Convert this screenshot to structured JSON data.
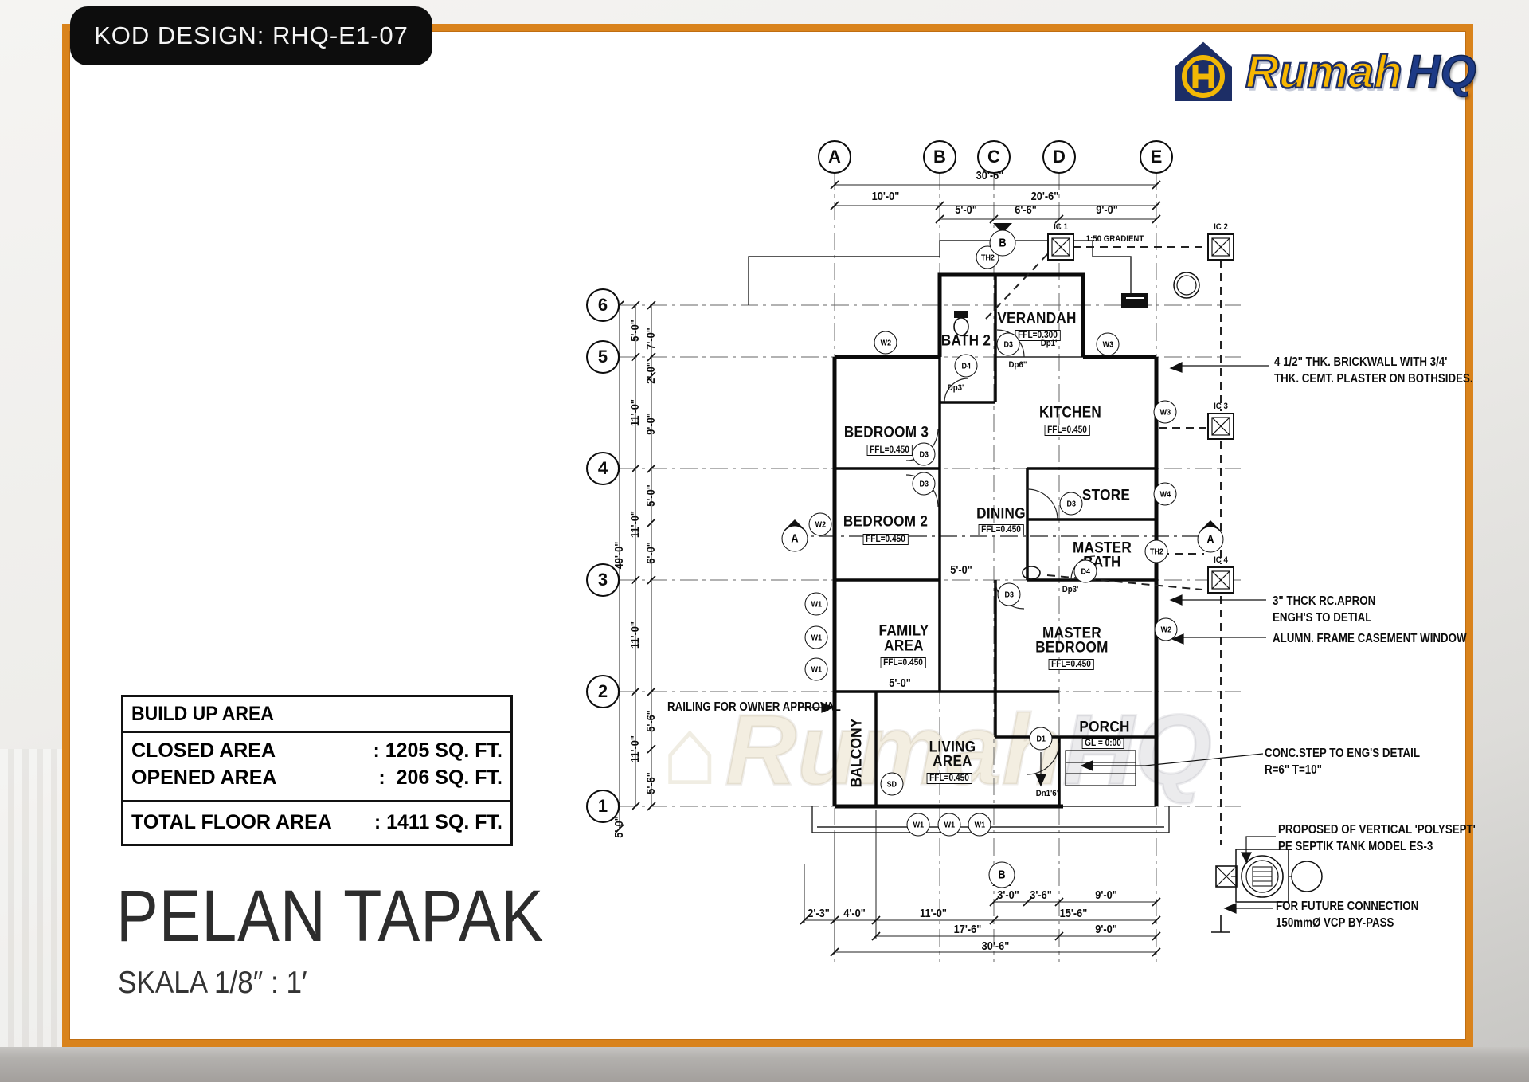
{
  "badge": {
    "text": "KOD DESIGN: RHQ-E1-07"
  },
  "logo": {
    "rumah": "Rumah",
    "hq": "HQ",
    "monogram": "H",
    "rumah_color": "#F7B600",
    "hq_color": "#1D3A86",
    "frame_color": "#D9831C"
  },
  "title_block": {
    "table": {
      "header": "BUILD UP AREA",
      "rows": [
        {
          "label": "CLOSED AREA",
          "value": ": 1205 SQ. FT."
        },
        {
          "label": "OPENED AREA",
          "value": ":  206 SQ. FT."
        },
        {
          "label": "TOTAL FLOOR AREA",
          "value": ": 1411 SQ. FT."
        }
      ]
    },
    "title": "PELAN TAPAK",
    "scale": "SKALA 1/8″ : 1′"
  },
  "watermark": {
    "rumah": "Rumah",
    "hq": "HQ",
    "icon": "⌂"
  },
  "plan": {
    "grid_cols": [
      "A",
      "B",
      "C",
      "D",
      "E"
    ],
    "grid_rows": [
      "6",
      "5",
      "4",
      "3",
      "2",
      "1"
    ],
    "top_dims": {
      "overall": "30'-6\"",
      "ab": "10'-0\"",
      "be": "20'-6\"",
      "bc": "5'-0\"",
      "cd": "6'-6\"",
      "de": "9'-0\""
    },
    "left_dims": {
      "overall": "49'-0\"",
      "d1": "5'-0\"",
      "d2": "7'-0\"",
      "d3": "2'-0\"",
      "d4": "11'-0\"",
      "d5": "9'-0\"",
      "d6": "5'-0\"",
      "d7": "11'-0\"",
      "d8": "6'-0\"",
      "d9": "11'-0\"",
      "d10": "5'-6\"",
      "d11": "11'-0\"",
      "d12": "5'-6\"",
      "d13": "5'-0\""
    },
    "bottom_dims": {
      "b1": "3'-0\"",
      "b2": "3'-6\"",
      "b3": "9'-0\"",
      "b4": "2'-3\"",
      "b5": "4'-0\"",
      "b6": "11'-0\"",
      "b7": "15'-6\"",
      "b8": "17'-6\"",
      "b9": "9'-0\"",
      "b10": "30'-6\""
    },
    "inner_dims": {
      "i1": "5'-0\"",
      "i2": "5'-0\""
    },
    "rooms": {
      "bath2": "BATH 2",
      "verandah": "VERANDAH",
      "bedroom3": "BEDROOM 3",
      "kitchen": "KITCHEN",
      "bedroom2": "BEDROOM 2",
      "dining": "DINING",
      "store": "STORE",
      "master_bath_1": "MASTER",
      "master_bath_2": "BATH",
      "family_1": "FAMILY",
      "family_2": "AREA",
      "master_bedroom_1": "MASTER",
      "master_bedroom_2": "BEDROOM",
      "balcony": "BALCONY",
      "living_1": "LIVING",
      "living_2": "AREA",
      "porch": "PORCH"
    },
    "levels": {
      "f300": "FFL=0.300",
      "f450": "FFL=0.450",
      "gl": "GL = 0:00"
    },
    "markers": {
      "w1": "W1",
      "w2": "W2",
      "w3": "W3",
      "w4": "W4",
      "d1": "D1",
      "d3": "D3",
      "d4": "D4",
      "sd": "SD",
      "th2": "TH2",
      "ic1": "IC 1",
      "ic2": "IC 2",
      "ic3": "IC 3",
      "ic4": "IC 4",
      "a": "A",
      "b": "B",
      "dp1": "Dp1'",
      "dp6": "Dp6\"",
      "dp3": "Dp3'",
      "dn16": "Dn1'6\"",
      "gradient": "1:50 GRADIENT"
    },
    "annotations": {
      "brickwall_1": "4 1/2\" THK. BRICKWALL WITH 3/4'",
      "brickwall_2": "THK. CEMT. PLASTER  ON BOTHSIDES.",
      "apron_1": "3\" THCK  RC.APRON",
      "apron_2": "ENGH'S TO DETIAL",
      "window": "ALUMN. FRAME CASEMENT WINDOW",
      "concstep_1": "CONC.STEP TO ENG'S DETAIL",
      "concstep_2": "R=6\" T=10\"",
      "septic_1": "PROPOSED OF VERTICAL 'POLYSEPT'",
      "septic_2": "PE SEPTIK TANK MODEL ES-3",
      "future_1": "FOR FUTURE CONNECTION",
      "future_2": "150mmØ VCP BY-PASS",
      "railing": "RAILING FOR OWNER APPROVAL"
    }
  }
}
